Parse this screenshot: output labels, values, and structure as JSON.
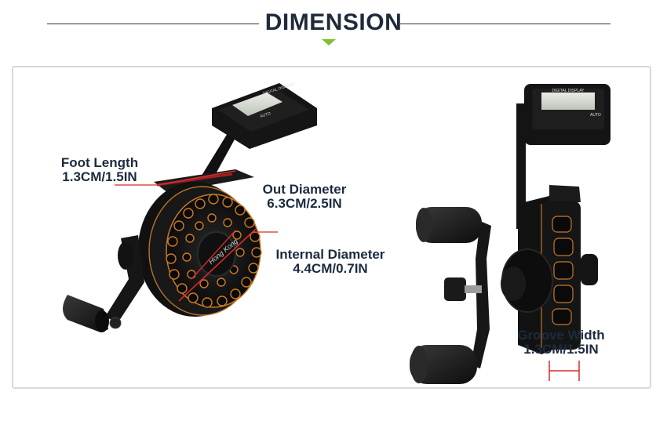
{
  "header": {
    "title": "DIMENSION"
  },
  "colors": {
    "accent": "#7fc02b",
    "measure_line": "#d62b2b",
    "text": "#1c2b3e"
  },
  "left_photo": {
    "display_title": "DIGITAL DISPLAY",
    "display_button": "AUTO",
    "brand": "Hong Kong"
  },
  "right_photo": {
    "display_title": "DIGITAL DISPLAY",
    "display_button": "AUTO"
  },
  "labels": {
    "foot_length": {
      "name": "Foot Length",
      "value": "1.3CM/1.5IN"
    },
    "out_diameter": {
      "name": "Out Diameter",
      "value": "6.3CM/2.5IN"
    },
    "internal_diameter": {
      "name": "Internal Diameter",
      "value": "4.4CM/0.7IN"
    },
    "groove_width": {
      "name": "Groove Width",
      "value": "1.3CM/1.5IN"
    }
  }
}
